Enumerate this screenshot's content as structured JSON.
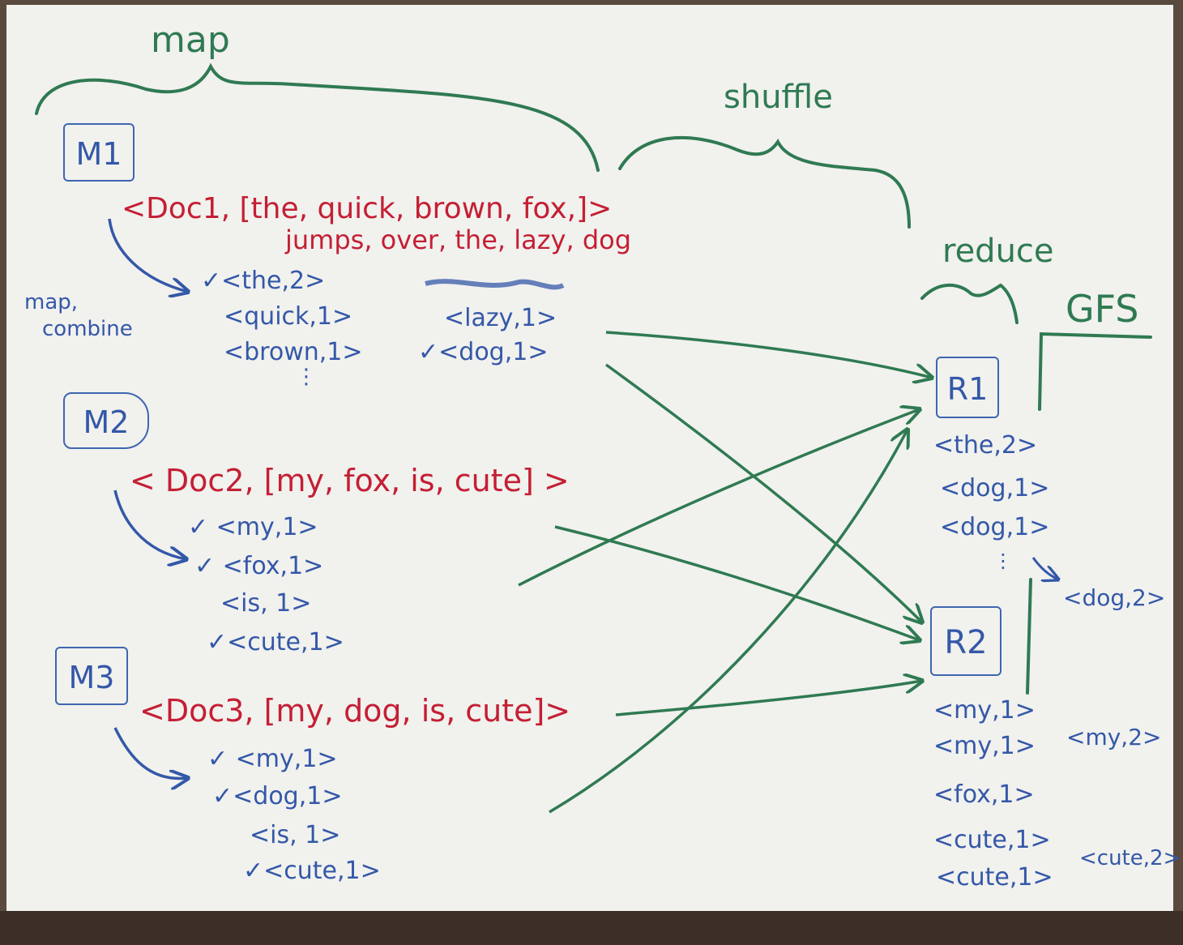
{
  "labels": {
    "map": "map",
    "shuffle": "shuffle",
    "reduce": "reduce",
    "gfs": "GFS",
    "map_combine_1": "map,",
    "map_combine_2": "combine"
  },
  "mappers": [
    {
      "box": "M1",
      "input_line1": "<Doc1, [the, quick, brown, fox,]>",
      "input_line2": "jumps, over, the, lazy, dog",
      "pairs": [
        "✓<the,2>",
        "<quick,1>",
        "<brown,1>",
        "<lazy,1>",
        "✓<dog,1>"
      ],
      "ellipsis": "⋮"
    },
    {
      "box": "M2",
      "input_line1": "< Doc2, [my, fox, is, cute] >",
      "pairs": [
        "✓ <my,1>",
        "✓ <fox,1>",
        "<is, 1>",
        "✓<cute,1>"
      ]
    },
    {
      "box": "M3",
      "input_line1": "<Doc3, [my, dog, is, cute]>",
      "pairs": [
        "✓ <my,1>",
        "✓<dog,1>",
        "<is, 1>",
        "✓<cute,1>"
      ]
    }
  ],
  "reducers": [
    {
      "box": "R1",
      "pairs": [
        "<the,2>",
        "<dog,1>",
        "<dog,1>"
      ],
      "ellipsis": "⋮",
      "output": "<dog,2>"
    },
    {
      "box": "R2",
      "pairs": [
        "<my,1>",
        "<my,1>",
        "<fox,1>",
        "<cute,1>",
        "<cute,1>"
      ],
      "outputs": [
        "<my,2>",
        "<cute,2>"
      ]
    }
  ],
  "colors": {
    "green": "#2f7a52",
    "red": "#c41f34",
    "blue": "#3458a8"
  }
}
